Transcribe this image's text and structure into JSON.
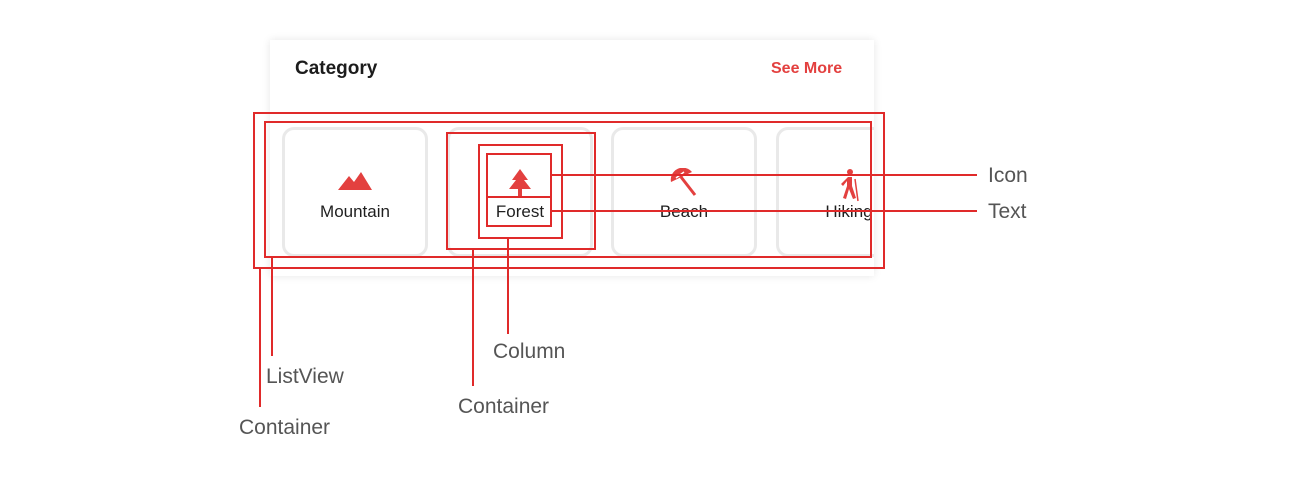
{
  "header": {
    "title": "Category",
    "see_more_label": "See More"
  },
  "categories": [
    {
      "label": "Mountain",
      "icon": "mountain-icon"
    },
    {
      "label": "Forest",
      "icon": "tree-icon"
    },
    {
      "label": "Beach",
      "icon": "beach-umbrella-icon"
    },
    {
      "label": "Hiking",
      "icon": "hiking-person-icon"
    }
  ],
  "annotations": {
    "icon": "Icon",
    "text": "Text",
    "column": "Column",
    "list_view": "ListView",
    "outer_container": "Container",
    "item_container": "Container"
  },
  "colors": {
    "accent": "#e3403f",
    "annotation_line": "#e02a2a",
    "annotation_text": "#555555",
    "tile_border": "#e9e9e9"
  }
}
